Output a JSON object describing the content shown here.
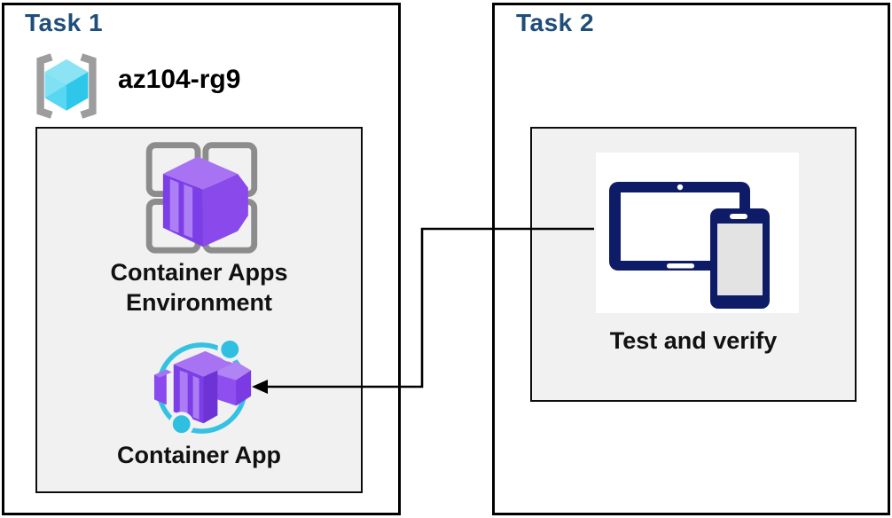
{
  "diagram": {
    "type": "azure-lab-task-diagram",
    "background": "#ffffff"
  },
  "colors": {
    "title_blue": "#1e4e79",
    "outer_border": "#000000",
    "inner_box_bg": "#f1f1f1",
    "label_text": "#111111",
    "connector": "#000000",
    "azure_purple_dark": "#7c3ee6",
    "azure_purple_mid": "#8f4ff0",
    "azure_purple_top": "#a873f2",
    "azure_purple_stripe": "#ad7ff4",
    "azure_cyan_ring": "#35c1e2",
    "cube_cyan_top": "#8be3f4",
    "cube_cyan_left_light": "#b2edf9",
    "cube_cyan_left": "#58d7f1",
    "cube_cyan_right": "#2fc7e9",
    "bracket_gray": "#9d9d9d",
    "grid_gray": "#8c8c8c",
    "device_navy": "#0e1b66",
    "device_screen_gray": "#e3e3e3"
  },
  "task1": {
    "title": "Task 1",
    "resource_group": {
      "icon": "resource-group-icon",
      "name": "az104-rg9"
    },
    "environment": {
      "icon": "container-apps-environment-icon",
      "label": "Container Apps Environment"
    },
    "container_app": {
      "icon": "container-app-icon",
      "label": "Container App"
    }
  },
  "task2": {
    "title": "Task 2",
    "test_step": {
      "icon": "devices-icon",
      "label": "Test and verify"
    }
  },
  "connector": {
    "from": "test-and-verify-icon",
    "to": "container-app-icon",
    "style": "elbow",
    "arrow_direction": "left"
  }
}
